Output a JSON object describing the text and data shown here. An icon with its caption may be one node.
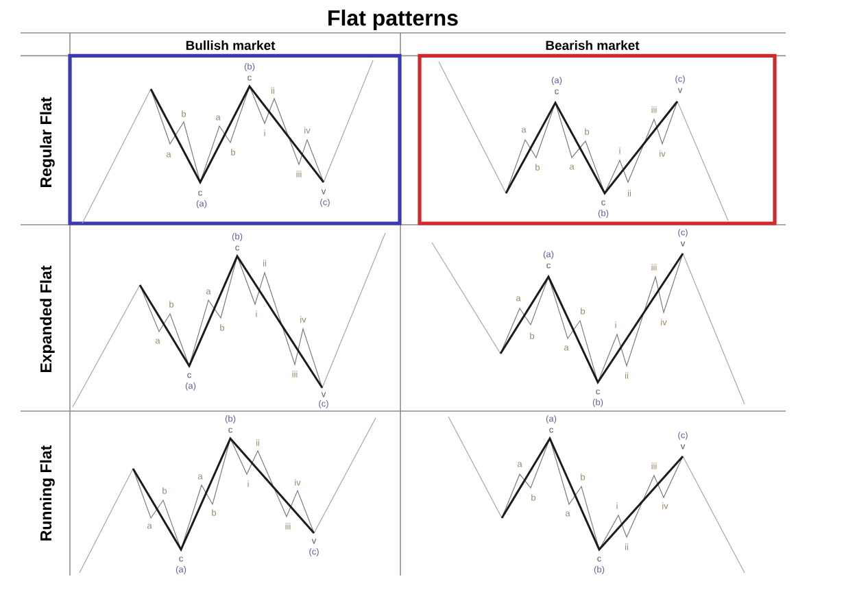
{
  "diagram": {
    "title": "Flat patterns",
    "labels": [
      "Bullish market",
      "Bearish market",
      "Regular Flat",
      "a",
      "b",
      "c",
      "(a)",
      "a",
      "b",
      "(b)",
      "c",
      "i",
      "ii",
      "iii",
      "iv",
      "v",
      "(c)",
      "a",
      "b",
      "(a)",
      "c",
      "a",
      "b",
      "c",
      "(b)",
      "i",
      "ii",
      "iii",
      "iv",
      "(c)",
      "v",
      "Expanded Flat",
      "a",
      "b",
      "c",
      "(a)",
      "a",
      "b",
      "(b)",
      "c",
      "i",
      "ii",
      "iii",
      "iv",
      "v",
      "(c)",
      "a",
      "b",
      "(a)",
      "c",
      "a",
      "b",
      "c",
      "(b)",
      "i",
      "ii",
      "iii",
      "iv",
      "(c)",
      "v",
      "Running Flat",
      "a",
      "b",
      "c",
      "(a)",
      "a",
      "b",
      "(b)",
      "c",
      "i",
      "ii",
      "iii",
      "iv",
      "v",
      "(c)",
      "a",
      "b",
      "(a)",
      "c",
      "a",
      "b",
      "c",
      "(b)",
      "i",
      "ii",
      "iii",
      "iv",
      "(c)",
      "v"
    ]
  }
}
